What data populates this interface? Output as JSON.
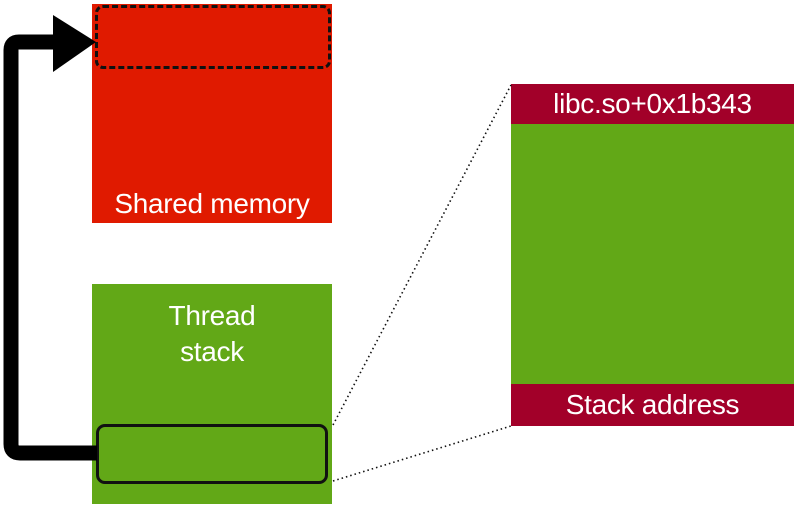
{
  "shared_memory": {
    "label": "Shared memory",
    "color": "#e01a00"
  },
  "thread_stack": {
    "label": "Thread\nstack",
    "color": "#62a817"
  },
  "detail": {
    "top_label": "libc.so+0x1b343",
    "bottom_label": "Stack address",
    "band_color": "#a20029",
    "body_color": "#62a817"
  },
  "arrow": {
    "from": "thread-stack-slot",
    "to": "shared-memory-region",
    "color": "#000000"
  }
}
